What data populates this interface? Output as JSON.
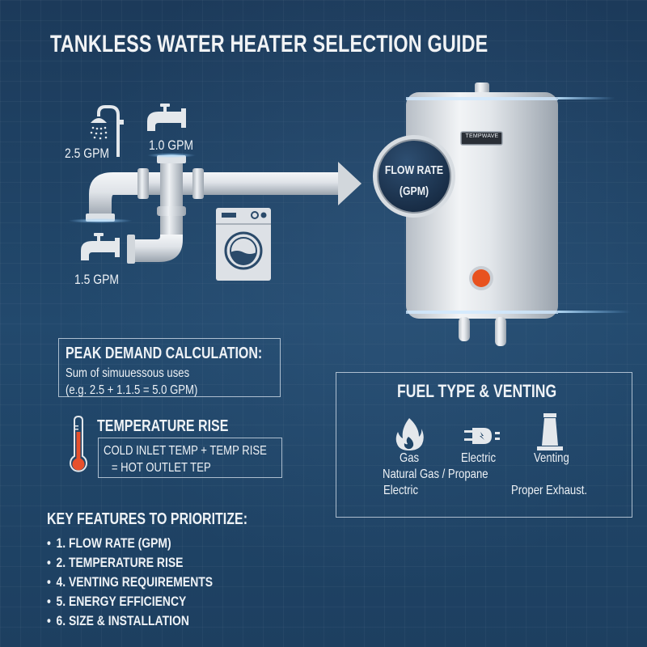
{
  "title": "TANKLESS WATER HEATER SELECTION GUIDE",
  "flow_diagram": {
    "fixtures": [
      {
        "icon": "shower-icon",
        "label": "2.5 GPM"
      },
      {
        "icon": "faucet-icon",
        "label": "1.0 GPM"
      },
      {
        "icon": "faucet-icon",
        "label": "1.5 GPM"
      },
      {
        "icon": "washing-machine-icon",
        "label": ""
      }
    ],
    "heater": {
      "badge_line1": "FLOW RATE",
      "badge_line2": "(GPM)",
      "brand_plate": "TEMPWAVE",
      "indicator_color": "#e8521f"
    }
  },
  "peak_demand": {
    "title": "PEAK DEMAND CALCULATION:",
    "line1": "Sum of simuuessous uses",
    "line2": "(e.g. 2.5 + 1.1.5 = 5.0 GPM)"
  },
  "temperature_rise": {
    "title": "TEMPERATURE RISE",
    "line1": "COLD INLET TEMP + TEMP RISE",
    "line2": "= HOT OUTLET TEP",
    "thermometer_color": "#e8502c"
  },
  "fuel_type": {
    "title": "FUEL TYPE & VENTING",
    "items": [
      {
        "icon": "flame-icon",
        "label": "Gas"
      },
      {
        "icon": "plug-icon",
        "label": "Electric"
      },
      {
        "icon": "vent-stack-icon",
        "label": "Venting"
      }
    ],
    "detail_line1": "Natural Gas / Propane",
    "detail_line2": "Electric",
    "venting_detail": "Proper Exhaust."
  },
  "key_features": {
    "title": "KEY FEATURES TO PRIORITIZE:",
    "items": [
      "1. FLOW RATE (GPM)",
      "2. TEMPERATURE RISE",
      "4. VENTING REQUIREMENTS",
      "5. ENERGY EFFICIENCY",
      "6. SIZE & INSTALLATION"
    ]
  },
  "colors": {
    "background": "#1f4466",
    "text": "#eef2f6",
    "accent_orange": "#e8521f",
    "glow": "#7fc4ff"
  }
}
